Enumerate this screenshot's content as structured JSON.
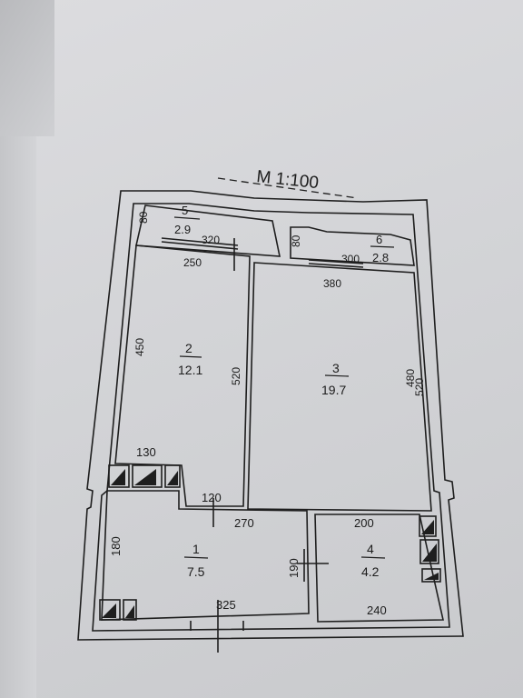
{
  "plan": {
    "scale": "M 1:100",
    "rooms": [
      {
        "number": "1",
        "area": "7.5"
      },
      {
        "number": "2",
        "area": "12.1"
      },
      {
        "number": "3",
        "area": "19.7"
      },
      {
        "number": "4",
        "area": "4.2"
      },
      {
        "number": "5",
        "area": "2.9"
      },
      {
        "number": "6",
        "area": "2.8"
      }
    ],
    "dimensions": {
      "balcony5_depth": "80",
      "balcony5_width": "320",
      "balcony6_depth": "80",
      "balcony6_width": "300",
      "room2_window": "250",
      "room3_window": "380",
      "room2_length": "450",
      "room2_right": "520",
      "room3_right_a": "480",
      "room3_right_b": "520",
      "kitchen_top": "130",
      "corridor_top": "120",
      "hall_top": "270",
      "bath_top": "200",
      "hall_left": "180",
      "hall_right": "190",
      "hall_bottom": "325",
      "bath_bottom": "240"
    }
  }
}
